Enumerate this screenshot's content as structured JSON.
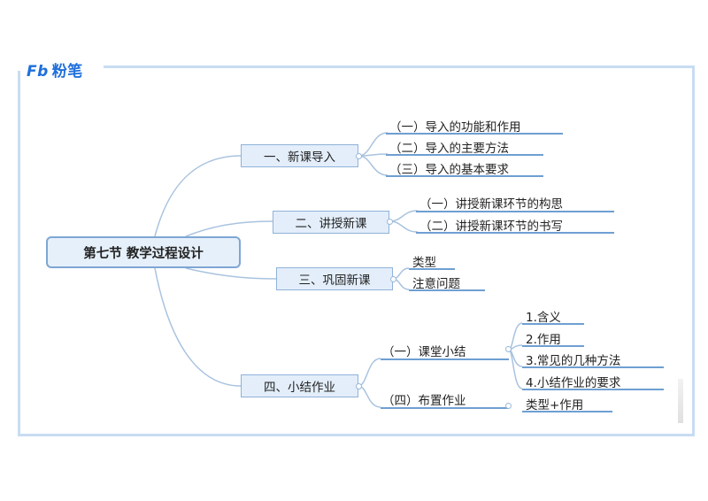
{
  "brand": {
    "mark": "Fb",
    "name": "粉笔"
  },
  "root": {
    "label": "第七节 教学过程设计"
  },
  "branches": [
    {
      "label": "一、新课导入",
      "children": [
        "（一）导入的功能和作用",
        "（二）导入的主要方法",
        "（三）导入的基本要求"
      ]
    },
    {
      "label": "二、讲授新课",
      "children": [
        "（一）讲授新课环节的构思",
        "（二）讲授新课环节的书写"
      ]
    },
    {
      "label": "三、巩固新课",
      "children": [
        "类型",
        "注意问题"
      ]
    },
    {
      "label": "四、小结作业",
      "subs": [
        {
          "label": "（一）课堂小结",
          "children": [
            "1.含义",
            "2.作用",
            "3.常见的几种方法",
            "4.小结作业的要求"
          ]
        },
        {
          "label": "（四）布置作业",
          "children": [
            "类型+作用"
          ]
        }
      ]
    }
  ]
}
